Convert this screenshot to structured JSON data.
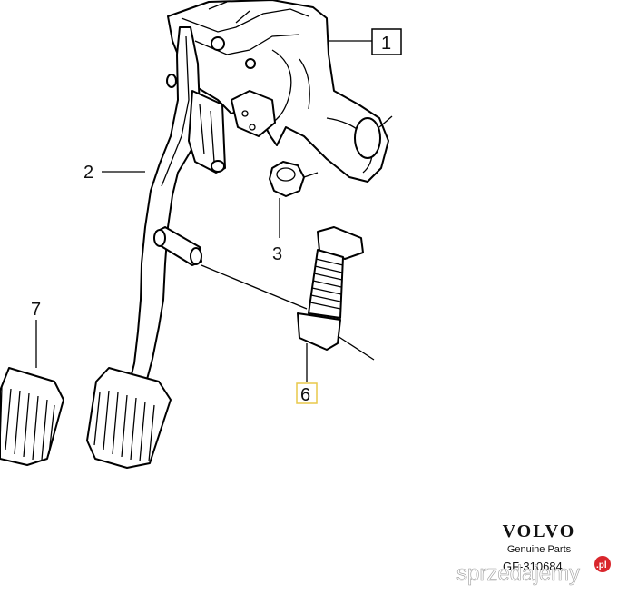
{
  "callouts": {
    "c1": "1",
    "c2": "2",
    "c3": "3",
    "c6": "6",
    "c7": "7"
  },
  "brand": {
    "logo": "VOLVO",
    "tagline": "Genuine Parts",
    "code": "GF-310684"
  },
  "watermark": {
    "text": "sprzedajemy",
    "badge": ".pl"
  },
  "colors": {
    "line": "#000000",
    "callout_highlight": "#e8c84a",
    "watermark_badge": "#d9262c"
  }
}
